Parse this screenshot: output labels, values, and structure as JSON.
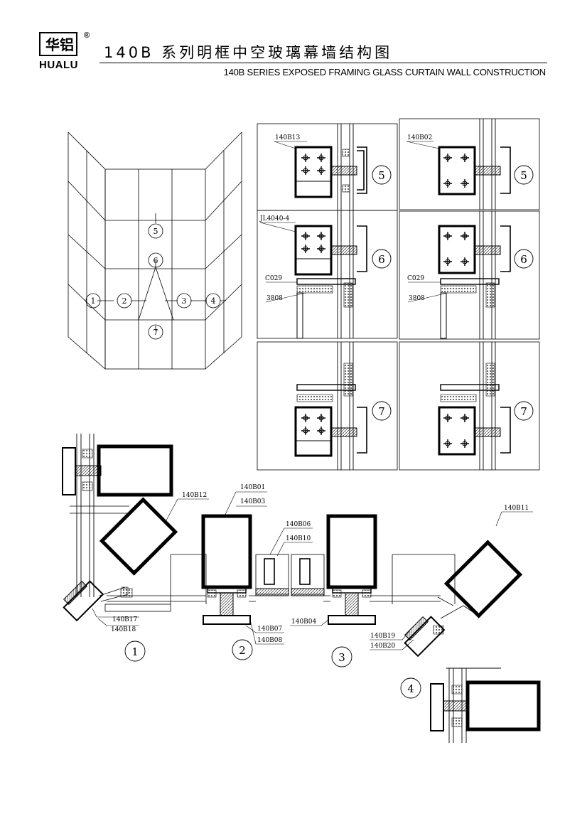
{
  "header": {
    "logo_chars": "华铝",
    "logo_name": "HUALU",
    "registered_mark": "®",
    "title_cn": "140B 系列明框中空玻璃幕墙结构图",
    "title_en": "140B SERIES EXPOSED FRAMING GLASS CURTAIN WALL CONSTRUCTION"
  },
  "elevation": {
    "markers": [
      "1",
      "2",
      "3",
      "4",
      "5",
      "6",
      "7"
    ]
  },
  "details_left": {
    "d5_label": "140B13",
    "d5_num": "5",
    "d6_label": "JL4040-4",
    "d6_c029": "C029",
    "d6_3808": "3808",
    "d6_num": "6",
    "d7_num": "7"
  },
  "details_right": {
    "d5_label": "140B02",
    "d5_num": "5",
    "d6_c029": "C029",
    "d6_3808": "3808",
    "d6_num": "6",
    "d7_num": "7"
  },
  "plan": {
    "labels": {
      "b01": "140B01",
      "b03": "140B03",
      "b06": "140B06",
      "b10": "140B10",
      "b11": "140B11",
      "b12": "140B12",
      "b17": "140B17",
      "b18": "140B18",
      "b07": "140B07",
      "b08": "140B08",
      "b04": "140B04",
      "b19": "140B19",
      "b20": "140B20"
    },
    "section_numbers": [
      "1",
      "2",
      "3",
      "4"
    ]
  }
}
